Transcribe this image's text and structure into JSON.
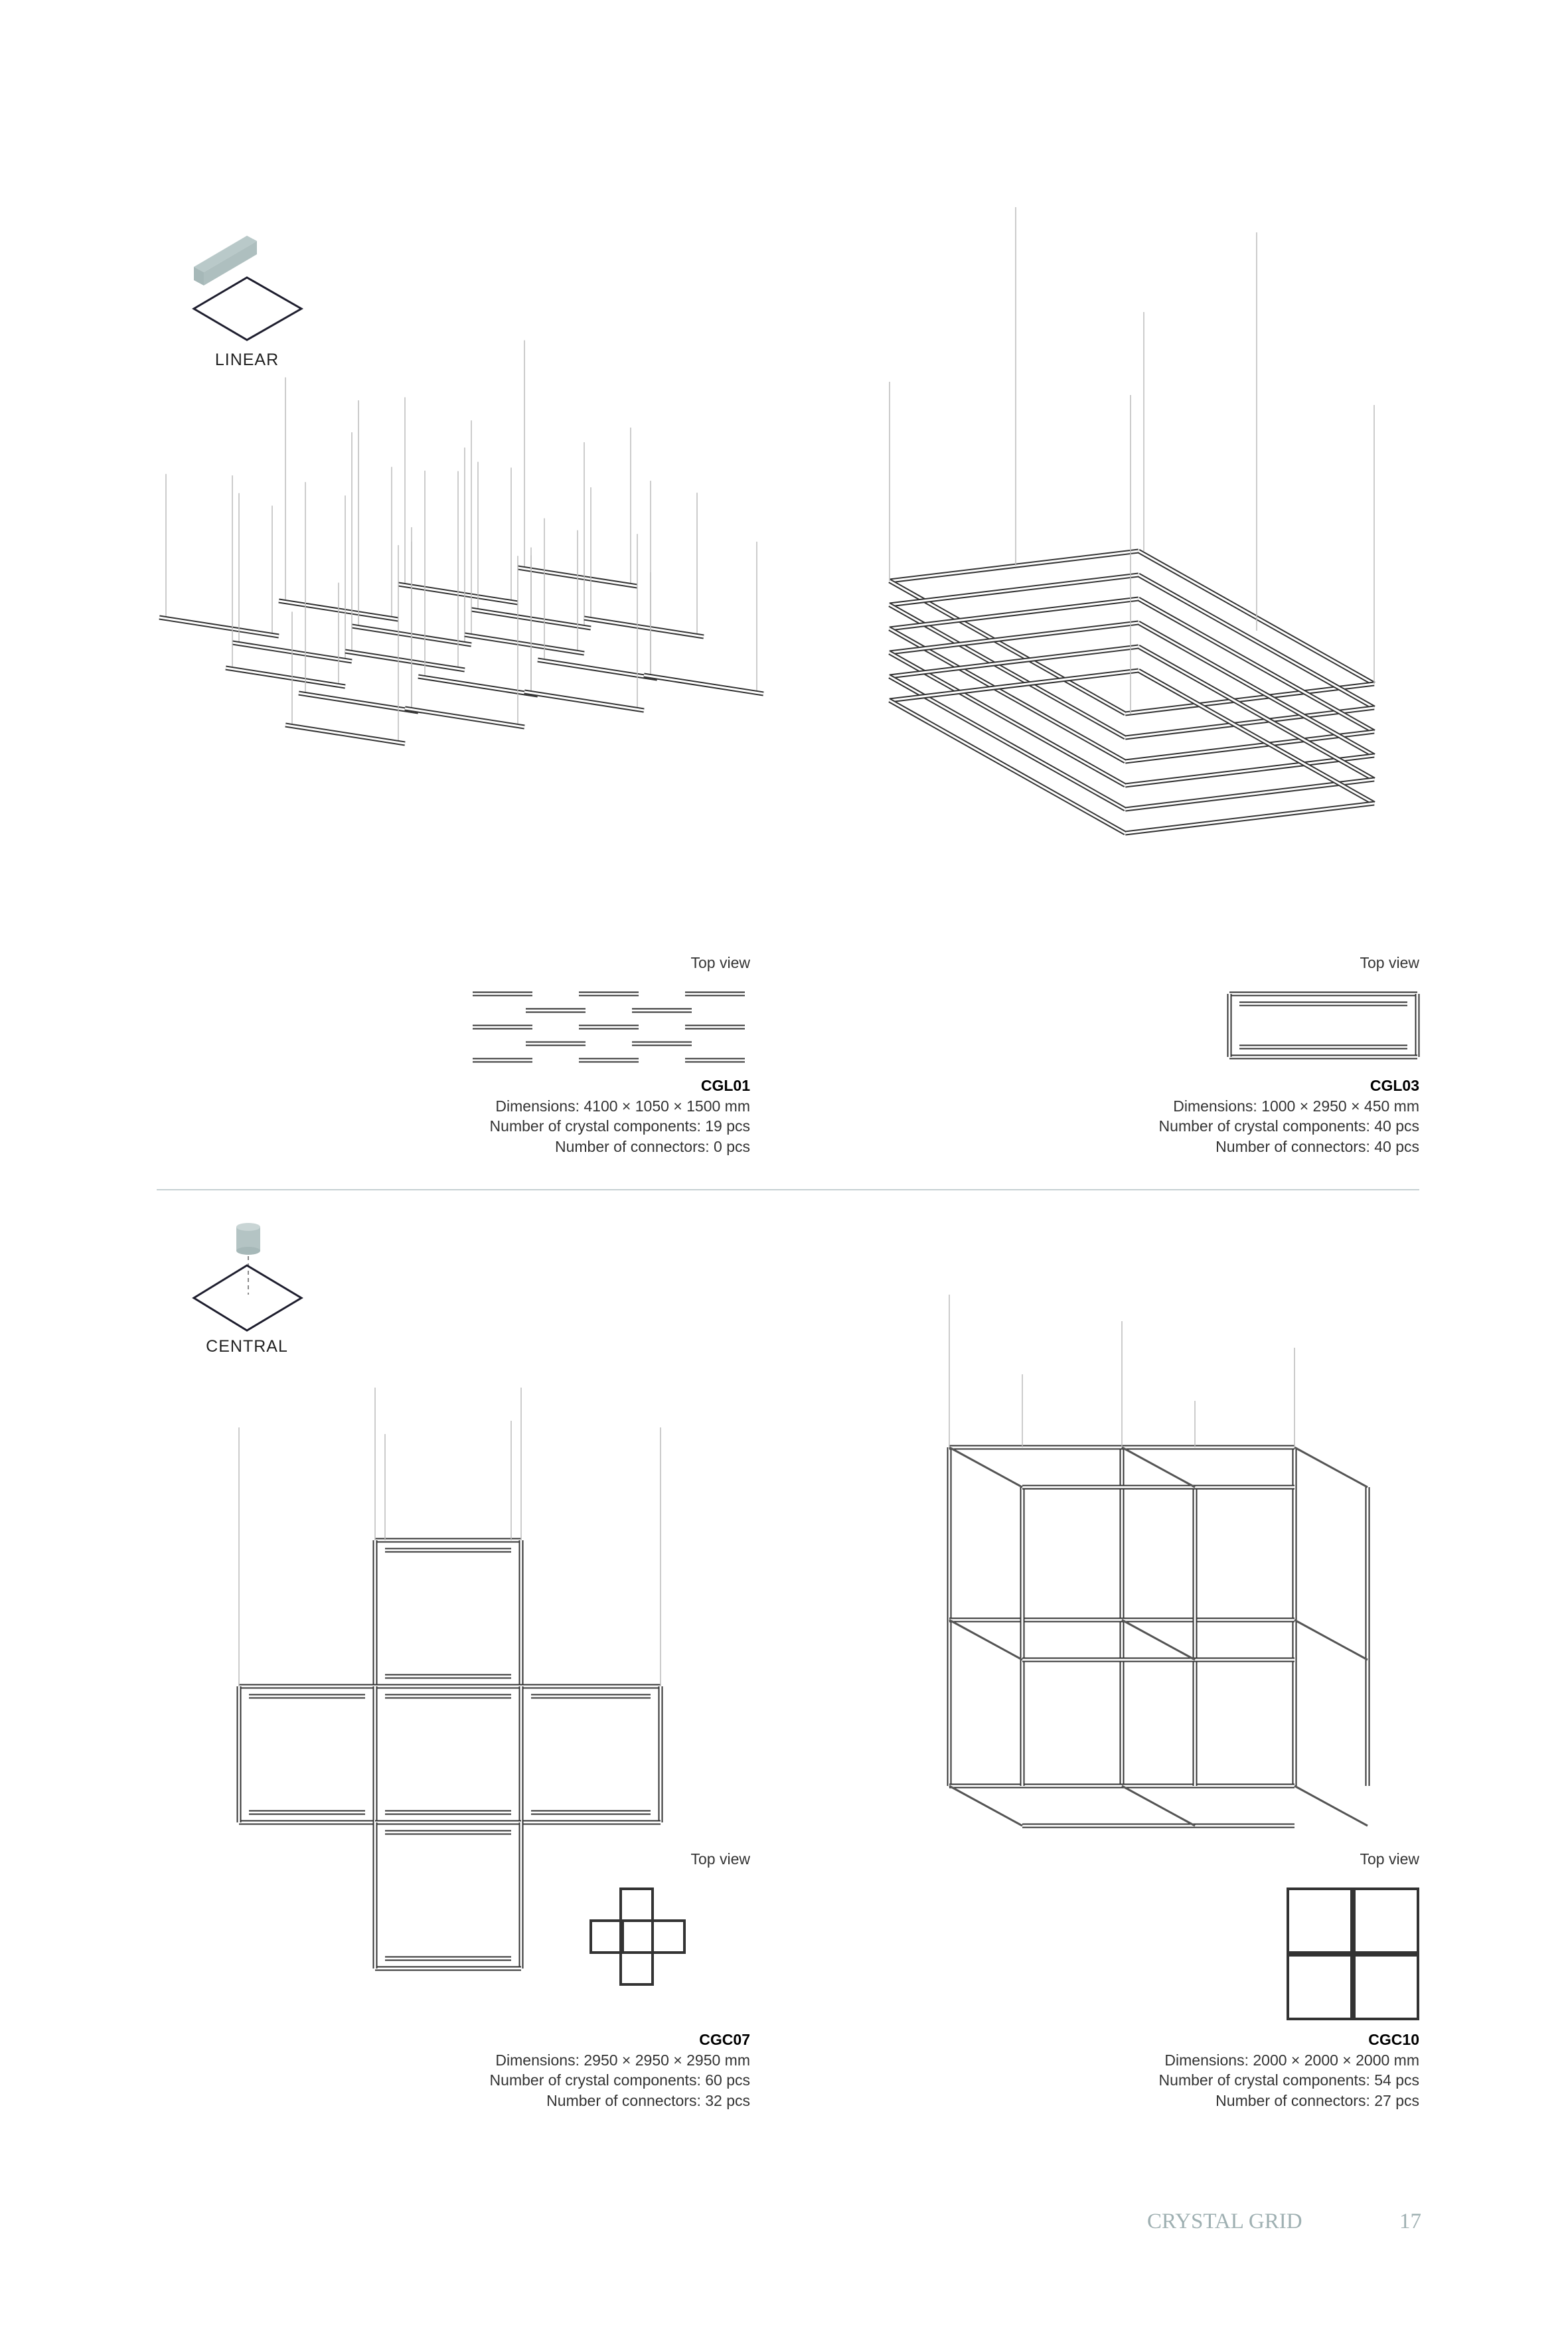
{
  "sections": [
    {
      "category": "LINEAR",
      "icon": "linear-bar-icon"
    },
    {
      "category": "CENTRAL",
      "icon": "central-cylinder-icon"
    }
  ],
  "products": [
    {
      "top_view_label": "Top view",
      "code": "CGL01",
      "dimensions": "Dimensions: 4100 × 1050 × 1500 mm",
      "components": "Number of crystal components: 19 pcs",
      "connectors": "Number of connectors: 0 pcs"
    },
    {
      "top_view_label": "Top view",
      "code": "CGL03",
      "dimensions": "Dimensions: 1000 × 2950 × 450 mm",
      "components": "Number of crystal components: 40 pcs",
      "connectors": "Number of connectors: 40 pcs"
    },
    {
      "top_view_label": "Top view",
      "code": "CGC07",
      "dimensions": "Dimensions: 2950 × 2950 × 2950 mm",
      "components": "Number of crystal components: 60 pcs",
      "connectors": "Number of connectors: 32 pcs"
    },
    {
      "top_view_label": "Top view",
      "code": "CGC10",
      "dimensions": "Dimensions: 2000 × 2000 × 2000 mm",
      "components": "Number of crystal components: 54 pcs",
      "connectors": "Number of connectors: 27 pcs"
    }
  ],
  "footer": {
    "brand": "CRYSTAL GRID",
    "page_number": "17"
  },
  "colors": {
    "accent": "#9fb0b2",
    "icon_fill": "#aebfbf",
    "divider": "#c5d0d2"
  }
}
